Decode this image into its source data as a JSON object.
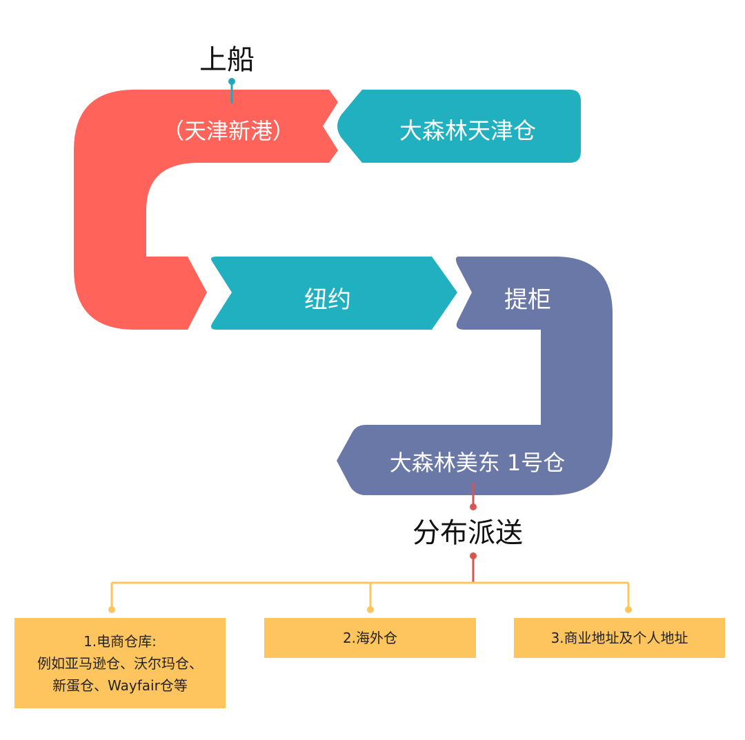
{
  "colors": {
    "coral": "#ff635a",
    "teal": "#20b0c0",
    "slate": "#6a78a8",
    "gold": "#fec55f",
    "red_connector": "#d9534f",
    "teal_connector": "#20a8b8"
  },
  "steps": {
    "board_label": "上船",
    "port_label": "（天津新港）",
    "tianjin_warehouse": "大森林天津仓",
    "newyork": "纽约",
    "pickup": "提柜",
    "us_east_warehouse": "大森林美东 1号仓",
    "distribute_label": "分布派送"
  },
  "destinations": [
    {
      "lines": [
        "1.电商仓库:",
        "例如亚马逊仓、沃尔玛仓、",
        "新蛋仓、Wayfair仓等"
      ]
    },
    {
      "lines": [
        "2.海外仓"
      ]
    },
    {
      "lines": [
        "3.商业地址及个人地址"
      ]
    }
  ]
}
